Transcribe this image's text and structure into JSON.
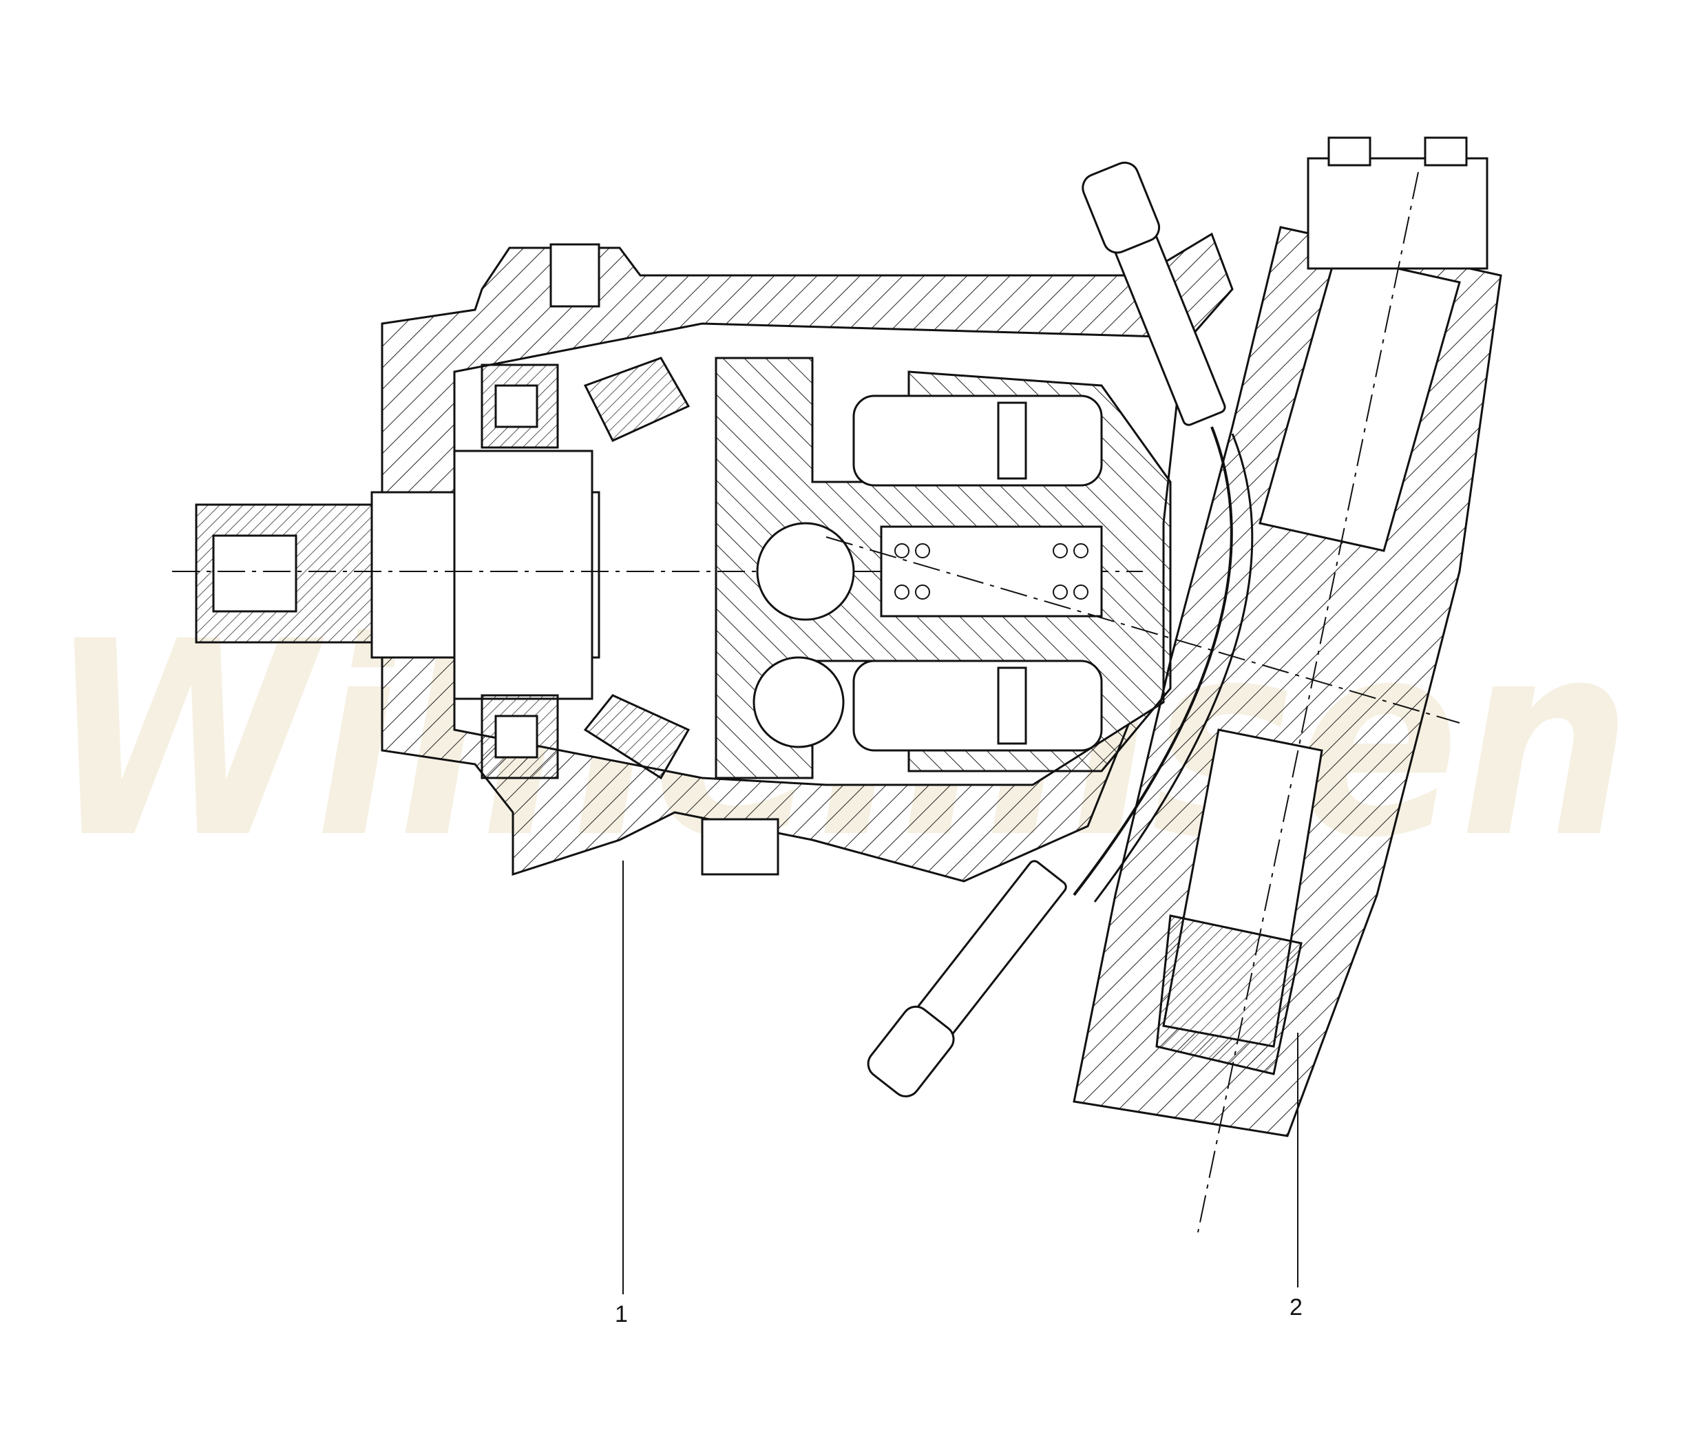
{
  "watermark": {
    "text": "Wilhelmsen",
    "color": "#e8d9b8"
  },
  "callouts": {
    "item_1": "1",
    "item_2": "2"
  },
  "colors": {
    "line": "#111111",
    "hatch": "#222222",
    "background": "#ffffff"
  },
  "icons": {
    "main_housing": "hatched-housing-section",
    "port_plate": "hatched-port-plate-section",
    "drive_shaft": "splined-shaft",
    "cylinder_block": "cylinder-block",
    "pistons": "spherical-pistons"
  }
}
